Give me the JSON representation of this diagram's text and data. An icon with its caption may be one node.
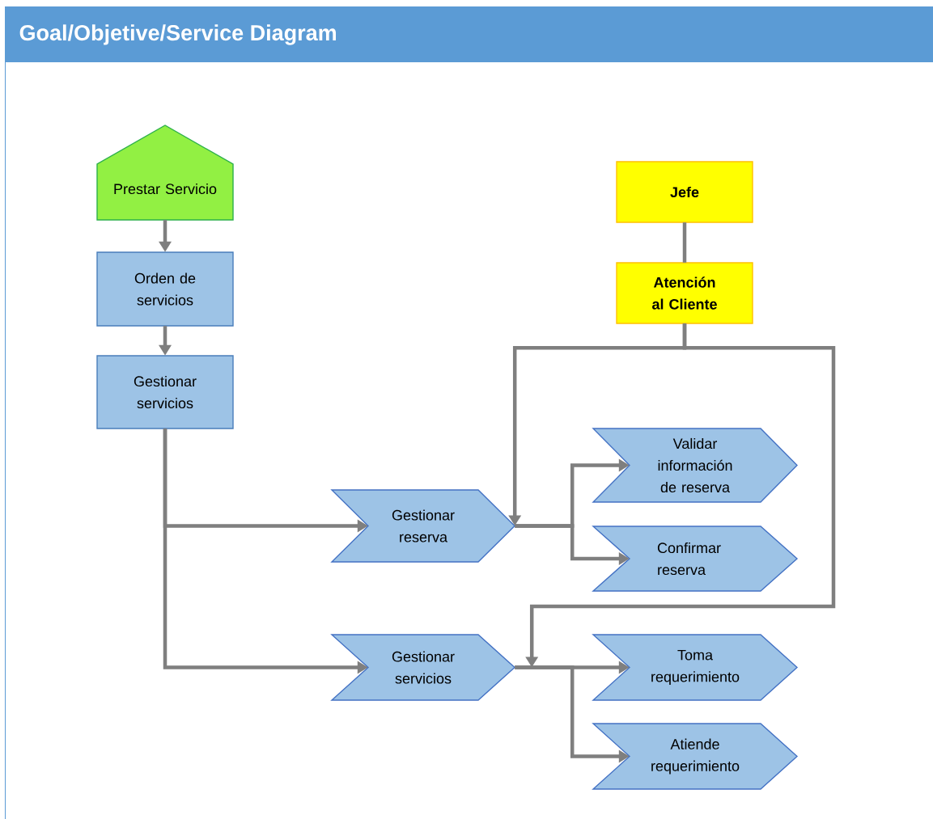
{
  "diagram": {
    "title": "Goal/Objetive/Service Diagram",
    "nodes": [
      {
        "text": [
          "Prestar Servicio"
        ]
      },
      {
        "text": [
          "Orden de servicios"
        ]
      },
      {
        "text": [
          "Gestionar servicios"
        ]
      },
      {
        "text": [
          "Jefe"
        ]
      },
      {
        "text": [
          "Atención al Cliente"
        ]
      },
      {
        "text": [
          "Validar información de reserva"
        ]
      },
      {
        "text": [
          "Gestionar reserva"
        ]
      },
      {
        "text": [
          "Confirmar reserva"
        ]
      },
      {
        "text": [
          "Gestionar servicios"
        ]
      },
      {
        "text": [
          "Toma requerimiento"
        ]
      },
      {
        "text": [
          "Atiende requerimiento"
        ]
      }
    ],
    "edges": [
      {
        "from": 0,
        "to": 1,
        "arrow": "to"
      },
      {
        "from": 1,
        "to": 2,
        "arrow": "to"
      },
      {
        "from": 2,
        "to": 6,
        "arrow": "to"
      },
      {
        "from": 2,
        "to": 8,
        "arrow": "to"
      },
      {
        "from": 3,
        "to": 4,
        "arrow": "none"
      },
      {
        "from": 4,
        "to": 6,
        "arrow": "to"
      },
      {
        "from": 4,
        "to": 8,
        "arrow": "to"
      },
      {
        "from": 6,
        "to": 5,
        "arrow": "to"
      },
      {
        "from": 6,
        "to": 7,
        "arrow": "to"
      },
      {
        "from": 8,
        "to": 9,
        "arrow": "to"
      },
      {
        "from": 8,
        "to": 10,
        "arrow": "to"
      }
    ]
  }
}
